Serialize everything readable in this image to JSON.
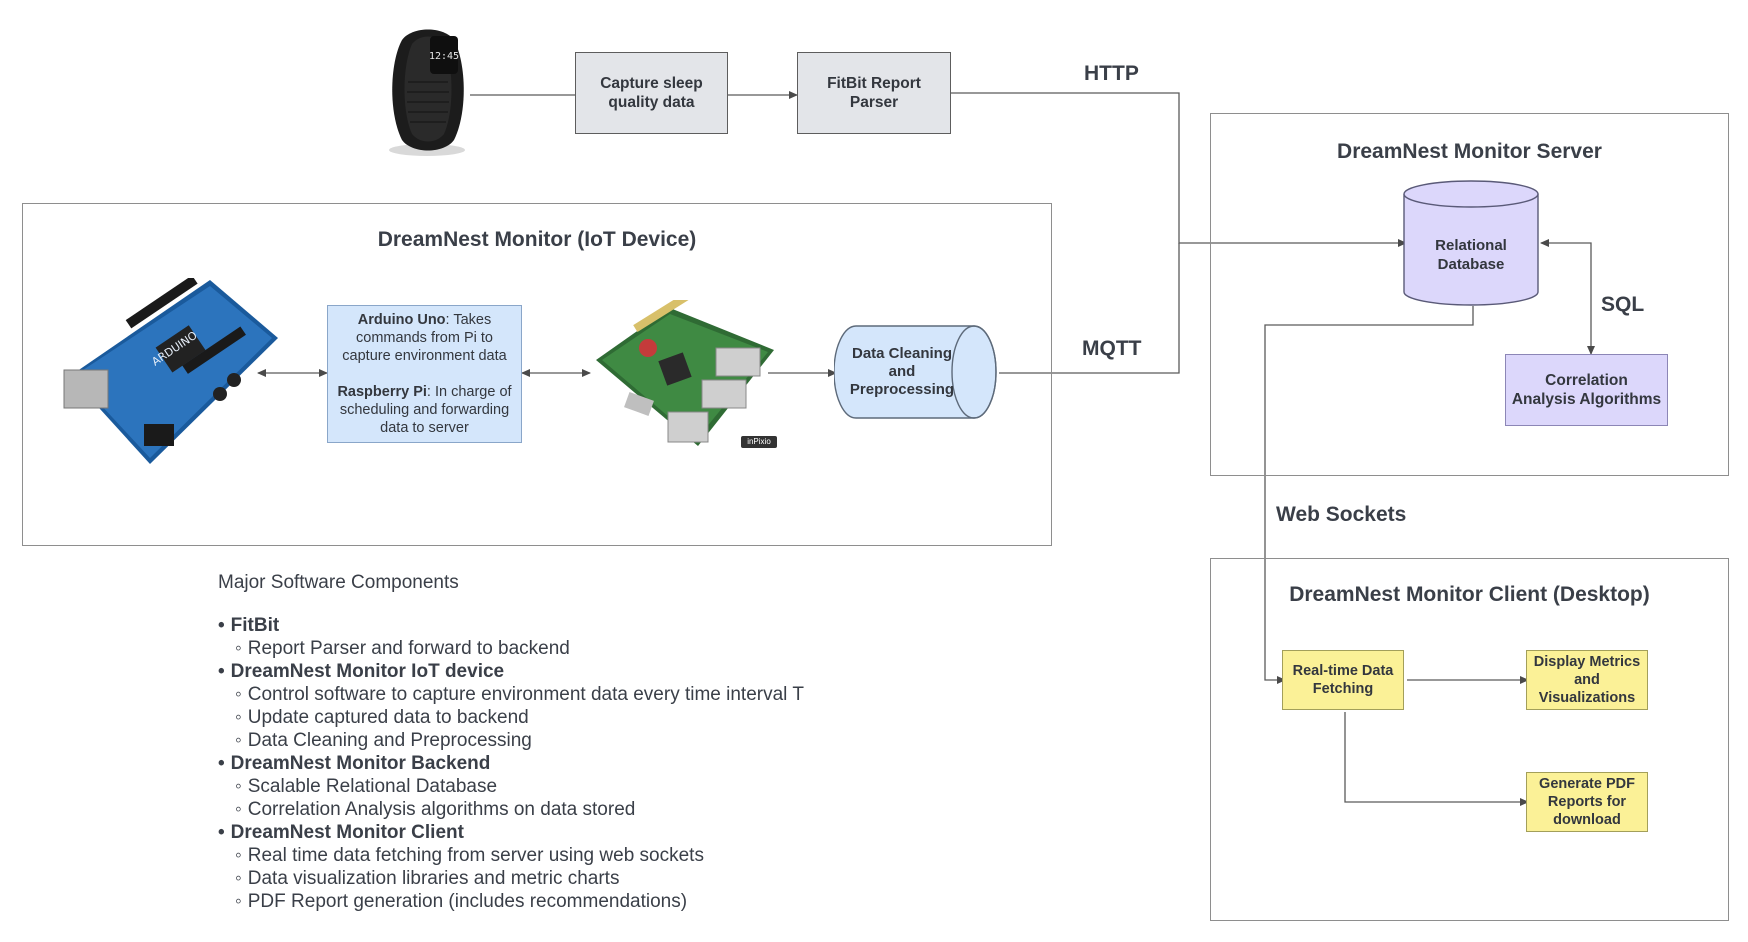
{
  "fitbit": {
    "capture_box": "Capture sleep quality data",
    "parser_box": "FitBit Report Parser",
    "device_time": "12:45"
  },
  "iot_device": {
    "title": "DreamNest Monitor (IoT Device)",
    "arduino_bold": "Arduino Uno",
    "arduino_text": ": Takes commands from Pi to capture environment data",
    "pi_bold": "Raspberry Pi",
    "pi_text": ": In charge of scheduling and forwarding data to server",
    "cleaning_box": "Data Cleaning and Preprocessing",
    "badge": "inPixio"
  },
  "connections": {
    "http": "HTTP",
    "mqtt": "MQTT",
    "sql": "SQL",
    "websockets": "Web Sockets"
  },
  "server": {
    "title": "DreamNest Monitor Server",
    "database": "Relational Database",
    "correlation": "Correlation Analysis Algorithms"
  },
  "client": {
    "title": "DreamNest Monitor Client (Desktop)",
    "fetching": "Real-time Data Fetching",
    "display": "Display Metrics and Visualizations",
    "pdf": "Generate PDF Reports for download"
  },
  "components": {
    "heading": "Major Software Components",
    "groups": [
      {
        "name": "FitBit",
        "items": [
          "Report Parser and forward to backend"
        ]
      },
      {
        "name": "DreamNest Monitor IoT device",
        "items": [
          "Control software to capture environment data every time interval T",
          "Update captured data to backend",
          "Data Cleaning and Preprocessing"
        ]
      },
      {
        "name": "DreamNest Monitor Backend",
        "items": [
          "Scalable Relational Database",
          "Correlation Analysis algorithms on data stored"
        ]
      },
      {
        "name": "DreamNest Monitor Client",
        "items": [
          "Real time data fetching from server using web sockets",
          "Data visualization libraries and metric charts",
          "PDF Report generation (includes recommendations)"
        ]
      }
    ]
  }
}
